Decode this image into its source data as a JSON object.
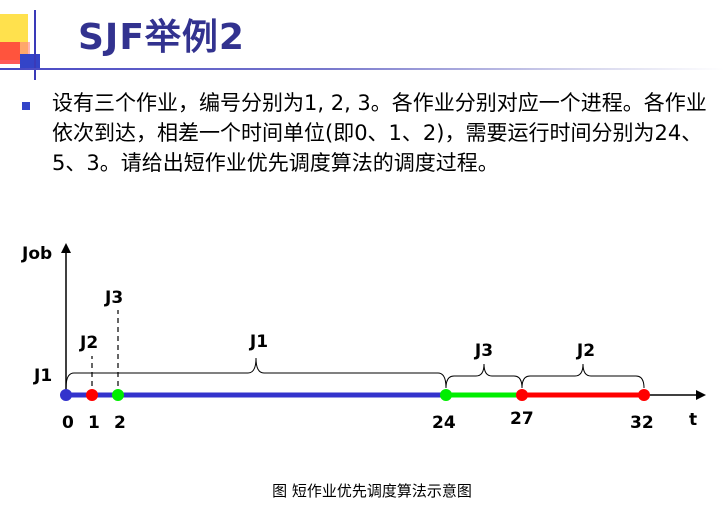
{
  "title": "SJF举例2",
  "description": "设有三个作业，编号分别为1, 2, 3。各作业分别对应一个进程。各作业依次到达，相差一个时间单位(即0、1、2)，需要运行时间分别为24、5、3。请给出短作业优先调度算法的调度过程。",
  "caption": "图  短作业优先调度算法示意图",
  "colors": {
    "title": "#32328f",
    "job1": "#3333cc",
    "job2": "#ff0000",
    "job3": "#00ee00"
  },
  "diagram": {
    "y_axis_label": "Job",
    "x_axis_label": "t",
    "ticks": [
      {
        "t": 0,
        "label": "0",
        "color": "#3333cc"
      },
      {
        "t": 1,
        "label": "1",
        "color": "#ff0000"
      },
      {
        "t": 2,
        "label": "2",
        "color": "#00ee00"
      },
      {
        "t": 24,
        "label": "24",
        "color": "#00ee00"
      },
      {
        "t": 27,
        "label": "27",
        "color": "#ff0000"
      },
      {
        "t": 32,
        "label": "32",
        "color": "#ff0000"
      }
    ],
    "segments": [
      {
        "job": "J1",
        "start": 0,
        "end": 24,
        "color": "#3333cc"
      },
      {
        "job": "J3",
        "start": 24,
        "end": 27,
        "color": "#00ee00"
      },
      {
        "job": "J2",
        "start": 27,
        "end": 32,
        "color": "#ff0000"
      }
    ],
    "arrivals": [
      {
        "label": "J1",
        "t": 0
      },
      {
        "label": "J2",
        "t": 1
      },
      {
        "label": "J3",
        "t": 2
      }
    ]
  }
}
